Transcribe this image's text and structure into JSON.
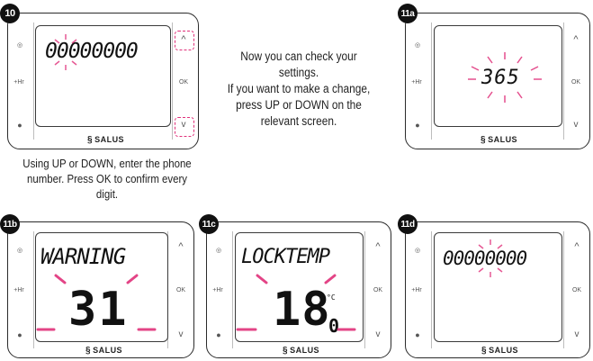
{
  "steps": [
    {
      "badge": "10",
      "lcd": "00000000",
      "brand": "SALUS",
      "btn_hr": "+Hr",
      "btn_ok": "OK"
    },
    {
      "badge": "11a",
      "lcd": "365",
      "brand": "SALUS",
      "btn_hr": "+Hr",
      "btn_ok": "OK"
    },
    {
      "badge": "11b",
      "lcd_top": "WARNING",
      "lcd_big": "31",
      "brand": "SALUS",
      "btn_hr": "+Hr",
      "btn_ok": "OK"
    },
    {
      "badge": "11c",
      "lcd_top": "LOCKTEMP",
      "lcd_big": "18",
      "lcd_small": "0",
      "unit": "°C",
      "brand": "SALUS",
      "btn_hr": "+Hr",
      "btn_ok": "OK"
    },
    {
      "badge": "11d",
      "lcd": "00000000",
      "brand": "SALUS",
      "btn_hr": "+Hr",
      "btn_ok": "OK"
    }
  ],
  "captions": {
    "phone_entry": [
      "Using UP or DOWN, enter the phone",
      "number. Press OK to confirm every digit."
    ],
    "check_settings": [
      "Now you can check your settings.",
      "If you want to make a change,",
      "press UP or DOWN on the",
      "relevant screen."
    ]
  },
  "colors": {
    "highlight": "#e0307a",
    "frame": "#2b2b2b"
  }
}
